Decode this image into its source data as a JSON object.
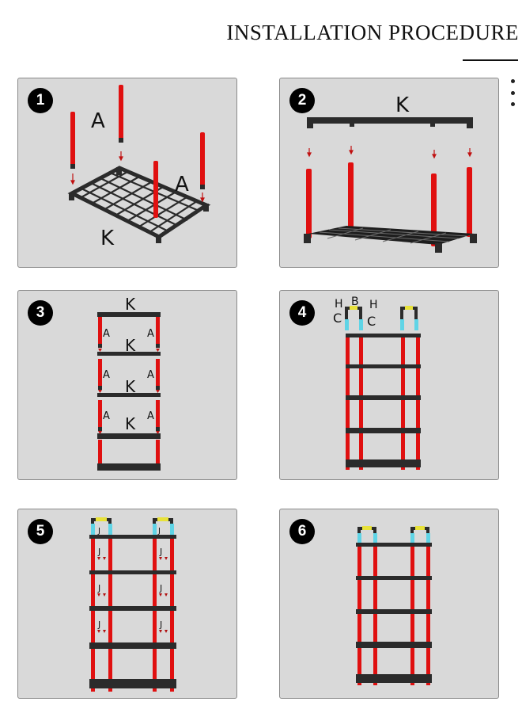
{
  "header": {
    "title": "INSTALLATION PROCEDURE"
  },
  "steps": [
    {
      "number": "1",
      "labels": {
        "pole": "A",
        "shelf": "K"
      }
    },
    {
      "number": "2",
      "labels": {
        "shelf": "K"
      }
    },
    {
      "number": "3",
      "labels": {
        "shelf": "K",
        "pole": "A"
      }
    },
    {
      "number": "4",
      "labels": {
        "cap": "H",
        "connector": "B",
        "clip": "C"
      }
    },
    {
      "number": "5",
      "labels": {
        "joint": "J"
      }
    },
    {
      "number": "6",
      "labels": {}
    }
  ],
  "colors": {
    "pole": "#e01010",
    "shelf": "#2b2b2b",
    "connector_cyan": "#5fd4e6",
    "connector_yellow": "#e8e23a",
    "panel_bg": "#d9d9d9"
  },
  "icons": {
    "menu": "more-vertical-icon"
  }
}
